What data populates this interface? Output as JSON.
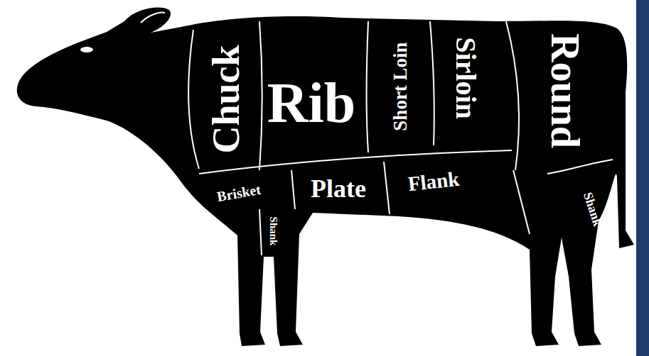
{
  "diagram": {
    "labels": [
      "Chuck",
      "Rib",
      "Short Loin",
      "Sirloin",
      "Round",
      "Brisket",
      "Shank",
      "Plate",
      "Flank",
      "Shank"
    ]
  }
}
